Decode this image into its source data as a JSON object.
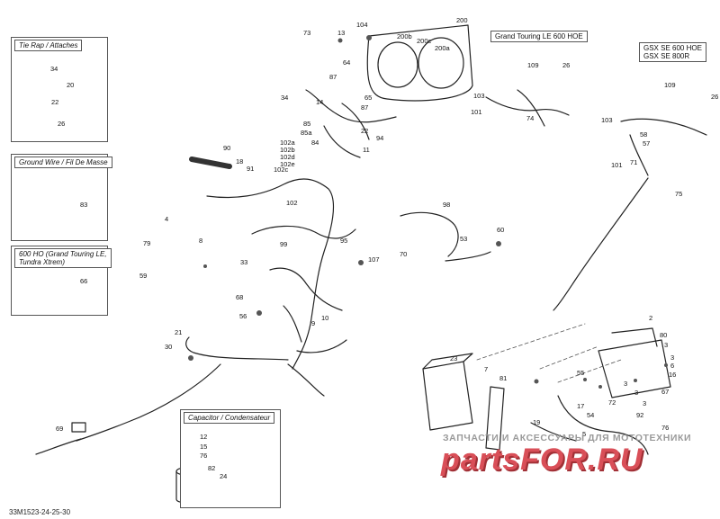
{
  "boxes": {
    "tie_wrap": "Tie Rap / Attaches",
    "ground_wire": "Ground Wire / Fil De Masse",
    "model_600ho_l1": "600 HO (Grand Touring LE,",
    "model_600ho_l2": "Tundra Xtrem)",
    "capacitor": "Capacitor / Condensateur"
  },
  "model_tags": {
    "grand_touring": "Grand Touring LE 600 HOE",
    "gsx_l1": "GSX SE 600 HOE",
    "gsx_l2": "GSX SE 800R"
  },
  "reference": "33M1523-24-25-30",
  "watermark": {
    "line1": "ЗАПЧАСТИ И АКСЕССУАРЫ ДЛЯ МОТОТЕХНИКИ",
    "line2": "partsFOR.RU"
  },
  "part_numbers": [
    "34",
    "20",
    "22",
    "26",
    "83",
    "66",
    "200",
    "104",
    "73",
    "13",
    "200b",
    "200c",
    "200a",
    "64",
    "87",
    "65",
    "34",
    "14",
    "87",
    "85",
    "85a",
    "84",
    "22",
    "11",
    "94",
    "90",
    "18",
    "91",
    "102a",
    "102b",
    "102c",
    "102d",
    "102e",
    "102",
    "4",
    "8",
    "79",
    "59",
    "33",
    "99",
    "95",
    "68",
    "56",
    "107",
    "21",
    "30",
    "9",
    "10",
    "69",
    "109",
    "26",
    "103",
    "101",
    "74",
    "109",
    "26",
    "103",
    "58",
    "57",
    "101",
    "71",
    "75",
    "98",
    "70",
    "53",
    "60",
    "2",
    "80",
    "3",
    "23",
    "7",
    "81",
    "55",
    "3",
    "6",
    "16",
    "67",
    "72",
    "92",
    "17",
    "19",
    "54",
    "76",
    "5",
    "3",
    "3",
    "3",
    "12",
    "15",
    "76",
    "82",
    "24"
  ]
}
